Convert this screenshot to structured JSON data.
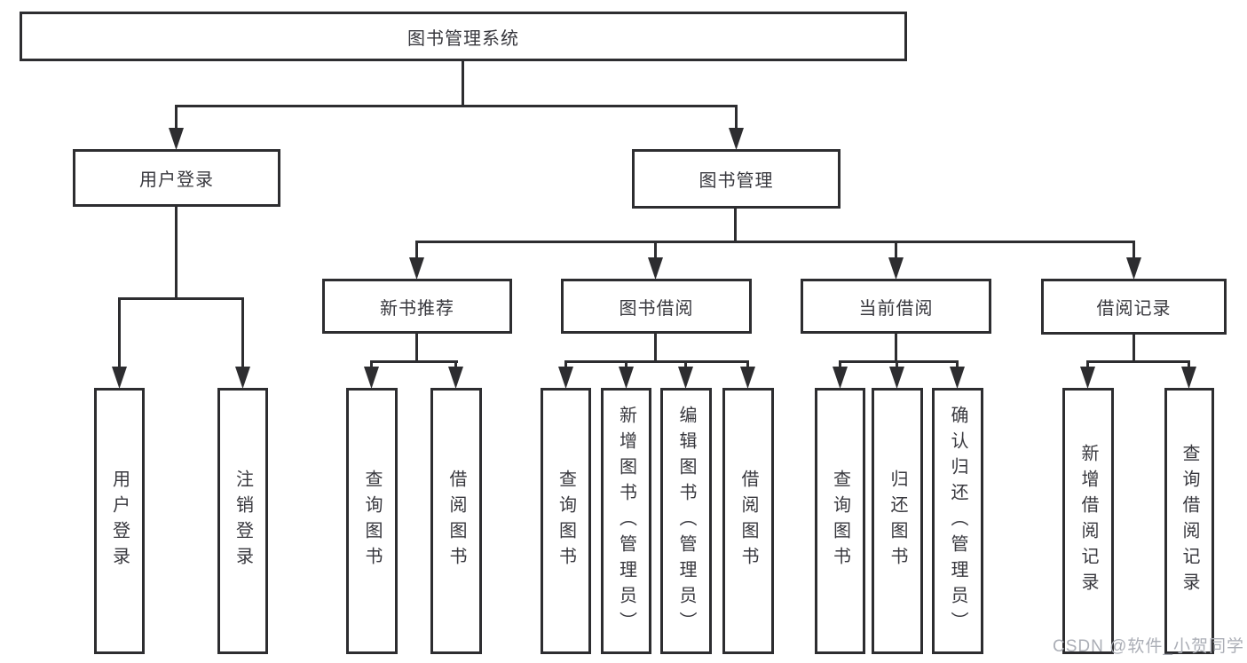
{
  "tree": {
    "label": "图书管理系统",
    "children": [
      {
        "label": "用户登录",
        "children": [
          {
            "label": "用户登录"
          },
          {
            "label": "注销登录"
          }
        ]
      },
      {
        "label": "图书管理",
        "children": [
          {
            "label": "新书推荐",
            "children": [
              {
                "label": "查询图书"
              },
              {
                "label": "借阅图书"
              }
            ]
          },
          {
            "label": "图书借阅",
            "children": [
              {
                "label": "查询图书"
              },
              {
                "label": "新增图书（管理员）"
              },
              {
                "label": "编辑图书（管理员）"
              },
              {
                "label": "借阅图书"
              }
            ]
          },
          {
            "label": "当前借阅",
            "children": [
              {
                "label": "查询图书"
              },
              {
                "label": "归还图书"
              },
              {
                "label": "确认归还（管理员）"
              }
            ]
          },
          {
            "label": "借阅记录",
            "children": [
              {
                "label": "新增借阅记录"
              },
              {
                "label": "查询借阅记录"
              }
            ]
          }
        ]
      }
    ]
  },
  "watermark": "CSDN @软件_小贺同学",
  "colors": {
    "line": "#2d2d30",
    "text": "#38383e",
    "watermark": "#abaeb6",
    "background": "#ffffff",
    "box-bg": "#ffffff"
  }
}
